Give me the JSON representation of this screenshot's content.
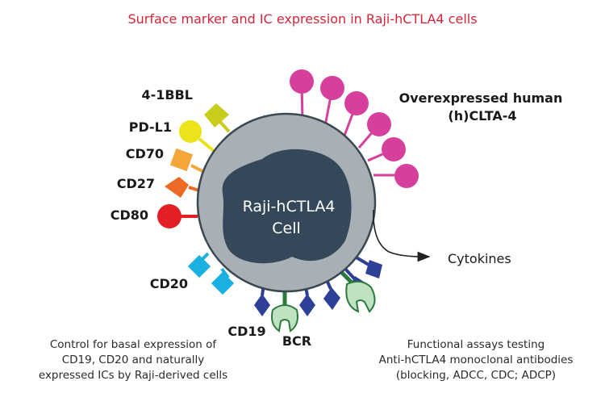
{
  "title": "Surface marker and IC expression in Raji-hCTLA4 cells",
  "cell": {
    "label_line1": "Raji-hCTLA4",
    "label_line2": "Cell"
  },
  "markers": {
    "bbl": "4-1BBL",
    "pdl1": "PD-L1",
    "cd70": "CD70",
    "cd27": "CD27",
    "cd80": "CD80",
    "cd20": "CD20",
    "cd19": "CD19",
    "bcr": "BCR",
    "ctla4_line1": "Overexpressed human",
    "ctla4_line2": "(h)CLTA-4",
    "cytokines": "Cytokines"
  },
  "captions": {
    "left": [
      "Control for basal expression of",
      "CD19, CD20 and naturally",
      "expressed ICs by Raji-derived cells"
    ],
    "right": [
      "Functional assays testing",
      "Anti-hCTLA4 monoclonal antibodies",
      "(blocking, ADCC, CDC; ADCP)"
    ]
  },
  "colors": {
    "title": "#d6243a",
    "cell_outer": "#a8b0b6",
    "cell_nucleus": "#34485a",
    "ctla4": "#d6409c",
    "bbl": "#c8cc1a",
    "pdl1": "#ece31a",
    "cd70": "#f4a63a",
    "cd27": "#eb6a26",
    "cd80": "#e31e24",
    "cd20": "#1ab0e0",
    "cd19": "#2e3f97",
    "bcr": "#5aab6e"
  }
}
